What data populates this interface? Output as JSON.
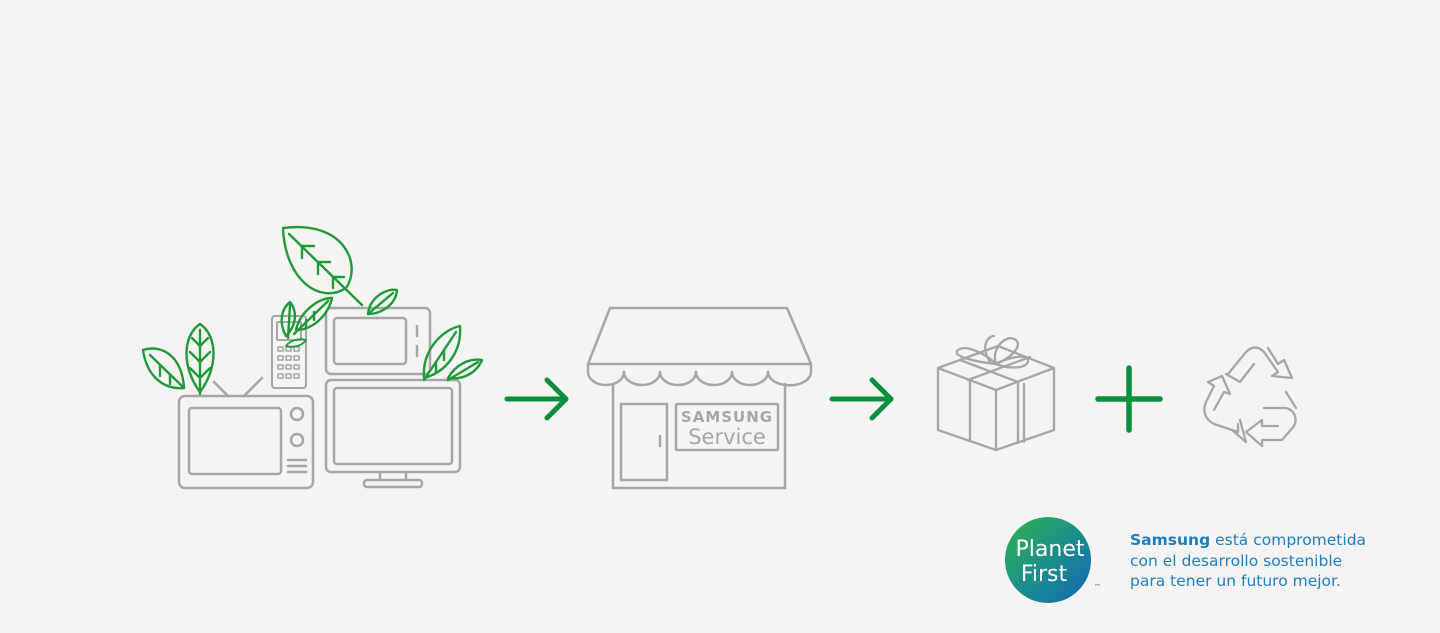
{
  "store_sign": {
    "line1": "SAMSUNG",
    "line2": "Service"
  },
  "badge": {
    "line1": "Planet",
    "line2": "First",
    "tm": "™"
  },
  "caption": {
    "brand": "Samsung",
    "line1_rest": " está comprometida",
    "line2": "con el desarrollo sostenible",
    "line3": "para tener un futuro mejor."
  },
  "colors": {
    "background": "#f5f4f3",
    "outline_gray": "#a6a6a6",
    "leaf_green": "#1f9a3a",
    "arrow_green": "#0a8f3c",
    "caption_blue": "#1b7fc4"
  },
  "icons": [
    "leaf-icon",
    "tv-icon",
    "phone-icon",
    "microwave-icon",
    "monitor-icon",
    "store-icon",
    "gift-icon",
    "recycle-icon",
    "arrow-right-icon",
    "plus-icon"
  ]
}
